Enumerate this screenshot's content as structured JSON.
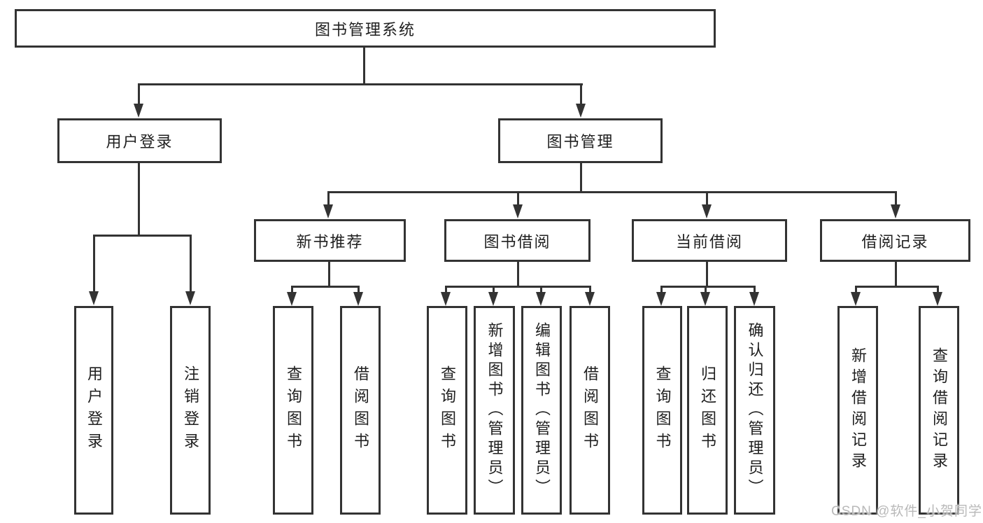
{
  "canvas": {
    "background": "#ffffff",
    "line_color": "#333333",
    "text_color": "#1f1f1f"
  },
  "watermark": {
    "text": "CSDN @软件_小贺同学",
    "color": "#b9b9b9"
  },
  "tree": {
    "root": {
      "label": "图书管理系统",
      "children": [
        {
          "label": "用户登录",
          "children": [
            {
              "label": "用户登录"
            },
            {
              "label": "注销登录"
            }
          ]
        },
        {
          "label": "图书管理",
          "children": [
            {
              "label": "新书推荐",
              "children": [
                {
                  "label": "查询图书"
                },
                {
                  "label": "借阅图书"
                }
              ]
            },
            {
              "label": "图书借阅",
              "children": [
                {
                  "label": "查询图书"
                },
                {
                  "label": "新增图书（管理员）"
                },
                {
                  "label": "编辑图书（管理员）"
                },
                {
                  "label": "借阅图书"
                }
              ]
            },
            {
              "label": "当前借阅",
              "children": [
                {
                  "label": "查询图书"
                },
                {
                  "label": "归还图书"
                },
                {
                  "label": "确认归还（管理员）"
                }
              ]
            },
            {
              "label": "借阅记录",
              "children": [
                {
                  "label": "新增借阅记录"
                },
                {
                  "label": "查询借阅记录"
                }
              ]
            }
          ]
        }
      ]
    }
  }
}
